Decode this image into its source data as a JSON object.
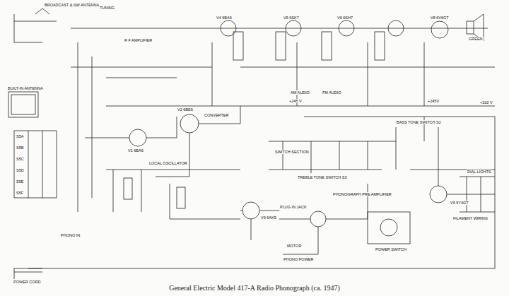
{
  "diagram": {
    "caption": "General Electric Model 417-A Radio Phonograph (ca. 1947)",
    "labels": [
      "BROADCAST & SW ANTENNA",
      "R F AMPLIFIER",
      "V1 6BA6",
      "CONVERTER",
      "V2 6BE6",
      "LOCAL OSCILLATOR",
      "V3 6AK5",
      "V4 6BA6",
      "V5 6SK7",
      "V6 6SH7",
      "V8 6V6GT",
      "GREEN",
      "+245 V",
      "+310 V",
      "+245V",
      "PHONOGRAPH PRE AMPLIFIER",
      "TREBLE TONE SWITCH S3",
      "BASS TONE SWITCH S2",
      "SWITCH SECTION",
      "FM AUDIO",
      "AM AUDIO",
      "PLUG IN JACK",
      "PHONO POWER",
      "POWER SWITCH",
      "MOTOR",
      "V9 5Y3GT",
      "DIAL LIGHTS",
      "FILAMENT WIRING",
      "TUNING",
      "POWER CORD",
      "PHONO IN",
      "BUILT-IN ANTENNA",
      "S5A",
      "S5B",
      "S5C",
      "S5D",
      "S5E",
      "S5F"
    ]
  }
}
